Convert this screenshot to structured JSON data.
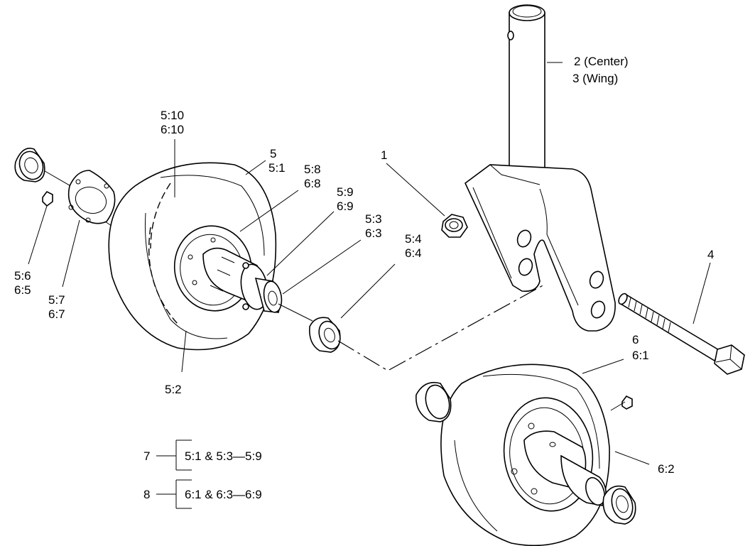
{
  "callouts": {
    "pin_center": "2 (Center)",
    "pin_wing": "3 (Wing)",
    "tire_seal_a": "5:10",
    "tire_seal_b": "6:10",
    "wheel_a": "5",
    "wheel_b": "5:1",
    "hub_a": "5:8",
    "hub_b": "6:8",
    "spacer_a": "5:9",
    "spacer_b": "6:9",
    "sleeve_a": "5:3",
    "sleeve_b": "6:3",
    "bearing_a": "5:4",
    "bearing_b": "6:4",
    "nut": "1",
    "bolt": "4",
    "lug_nut_a": "5:6",
    "lug_nut_b": "6:5",
    "plate_a": "5:7",
    "plate_b": "6:7",
    "tire_5": "5:2",
    "wheel6_a": "6",
    "wheel6_b": "6:1",
    "tire_6": "6:2"
  },
  "kits": [
    {
      "number": "7",
      "contents": "5:1 & 5:3—5:9"
    },
    {
      "number": "8",
      "contents": "6:1 & 6:3—6:9"
    }
  ]
}
